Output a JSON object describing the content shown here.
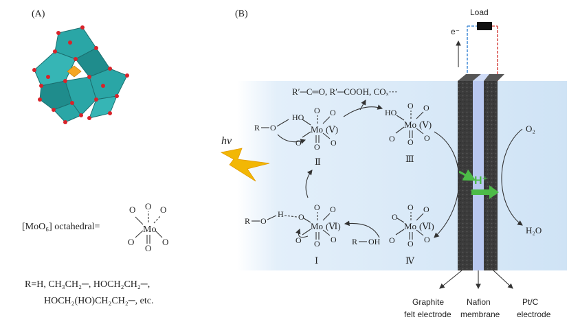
{
  "panel_a": {
    "label": "(A)",
    "octahedral_label": "[MoO₆] octahedral=",
    "r_line1": "R=H, CH₃CH₂─, HOCH₂CH₂─,",
    "r_line2": "HOCH₂(HO)CH₂CH₂─, etc."
  },
  "panel_b": {
    "label": "(B)",
    "load": "Load",
    "electron": "e⁻",
    "hv": "hν",
    "products": "R′─C═O, R′─COOH, COₓ⋯",
    "h_plus": "H⁺",
    "o2": "O₂",
    "h2o": "H₂O",
    "mo": "Mo",
    "ox_v": "(Ⅴ)",
    "ox_vi": "(Ⅵ)",
    "o": "O",
    "ho": "HO",
    "r": "R",
    "h": "H",
    "oh": "OH",
    "states": {
      "I": "Ⅰ",
      "II": "Ⅱ",
      "III": "Ⅲ",
      "IV": "Ⅳ"
    },
    "graphite": {
      "line1": "Graphite",
      "line2": "felt electrode"
    },
    "nafion": {
      "line1": "Nafion",
      "line2": "membrane"
    },
    "ptc": {
      "line1": "Pt/C",
      "line2": "electrode"
    }
  },
  "colors": {
    "polyhedra": "#2aa6a6",
    "oxygen_atom": "#d8232a",
    "center_atom": "#f5a623",
    "electrolyte": "#d6e8f7",
    "graphite": "#3a3a3a",
    "membrane": "#b9c8f0",
    "proton_arrow": "#4cbb47",
    "light": "#f2b705",
    "wire_negative": "#4a90d9",
    "wire_positive": "#d9534f"
  }
}
